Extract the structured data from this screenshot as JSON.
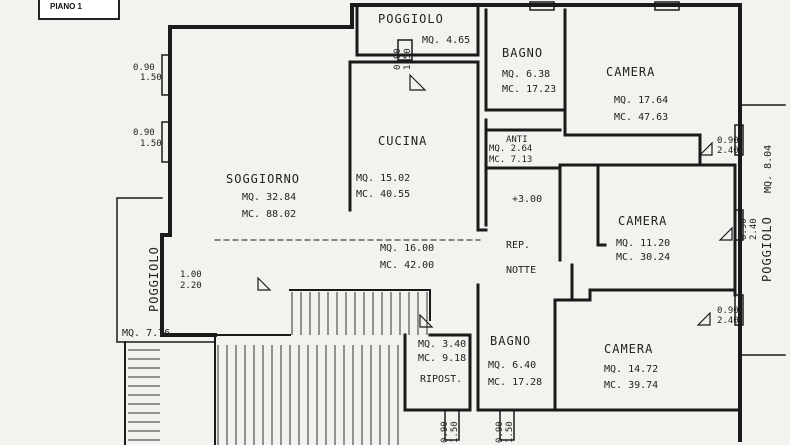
{
  "sheet": {
    "label": "PIANO 1"
  },
  "rooms": {
    "poggiolo_top": {
      "name": "POGGIOLO",
      "mq": "MQ. 4.65"
    },
    "bagno_1": {
      "name": "BAGNO",
      "mq": "MQ. 6.38",
      "mc": "MC. 17.23"
    },
    "camera_1": {
      "name": "CAMERA",
      "mq": "MQ. 17.64",
      "mc": "MC. 47.63"
    },
    "cucina": {
      "name": "CUCINA",
      "mq": "MQ. 15.02",
      "mc": "MC. 40.55"
    },
    "anti": {
      "name": "ANTI",
      "mq": "MQ. 2.64",
      "mc": "MC. 7.13"
    },
    "soggiorno": {
      "name": "SOGGIORNO",
      "mq": "MQ. 32.84",
      "mc": "MC. 88.02"
    },
    "disimpegno": {
      "mq": "MQ. 16.00",
      "mc": "MC. 42.00",
      "level": "+3.00"
    },
    "camera_2": {
      "name": "CAMERA",
      "mq": "MQ. 11.20",
      "mc": "MC. 30.24"
    },
    "rep_notte": {
      "name_line1": "REP.",
      "name_line2": "NOTTE"
    },
    "poggiolo_left": {
      "name": "POGGIOLO",
      "mq": "MQ. 7.76"
    },
    "poggiolo_right": {
      "name": "POGGIOLO",
      "mq": "MQ. 8.04"
    },
    "ripost": {
      "name": "RIPOST.",
      "mq": "MQ. 3.40",
      "mc": "MC. 9.18"
    },
    "bagno_2": {
      "name": "BAGNO",
      "mq": "MQ. 6.40",
      "mc": "MC. 17.28"
    },
    "camera_3": {
      "name": "CAMERA",
      "mq": "MQ. 14.72",
      "mc": "MC. 39.74"
    }
  },
  "openings": {
    "w_left_1": {
      "w": "0.90",
      "h": "1.50"
    },
    "w_left_2": {
      "w": "0.90",
      "h": "1.50"
    },
    "w_poggiolo_door": {
      "w": "1.00",
      "h": "2.20"
    },
    "w_poggiolo_top": {
      "w": "0.90",
      "h": "1.50"
    },
    "w_camera_1": {
      "w": "0.90",
      "h": "2.40"
    },
    "w_camera_2": {
      "w": "0.90",
      "h": "2.40"
    },
    "w_camera_3": {
      "w": "0.90",
      "h": "2.40"
    },
    "w_bottom_1": {
      "w": "0.90",
      "h": "1.50"
    },
    "w_bottom_2": {
      "w": "0.90",
      "h": "1.50"
    }
  }
}
